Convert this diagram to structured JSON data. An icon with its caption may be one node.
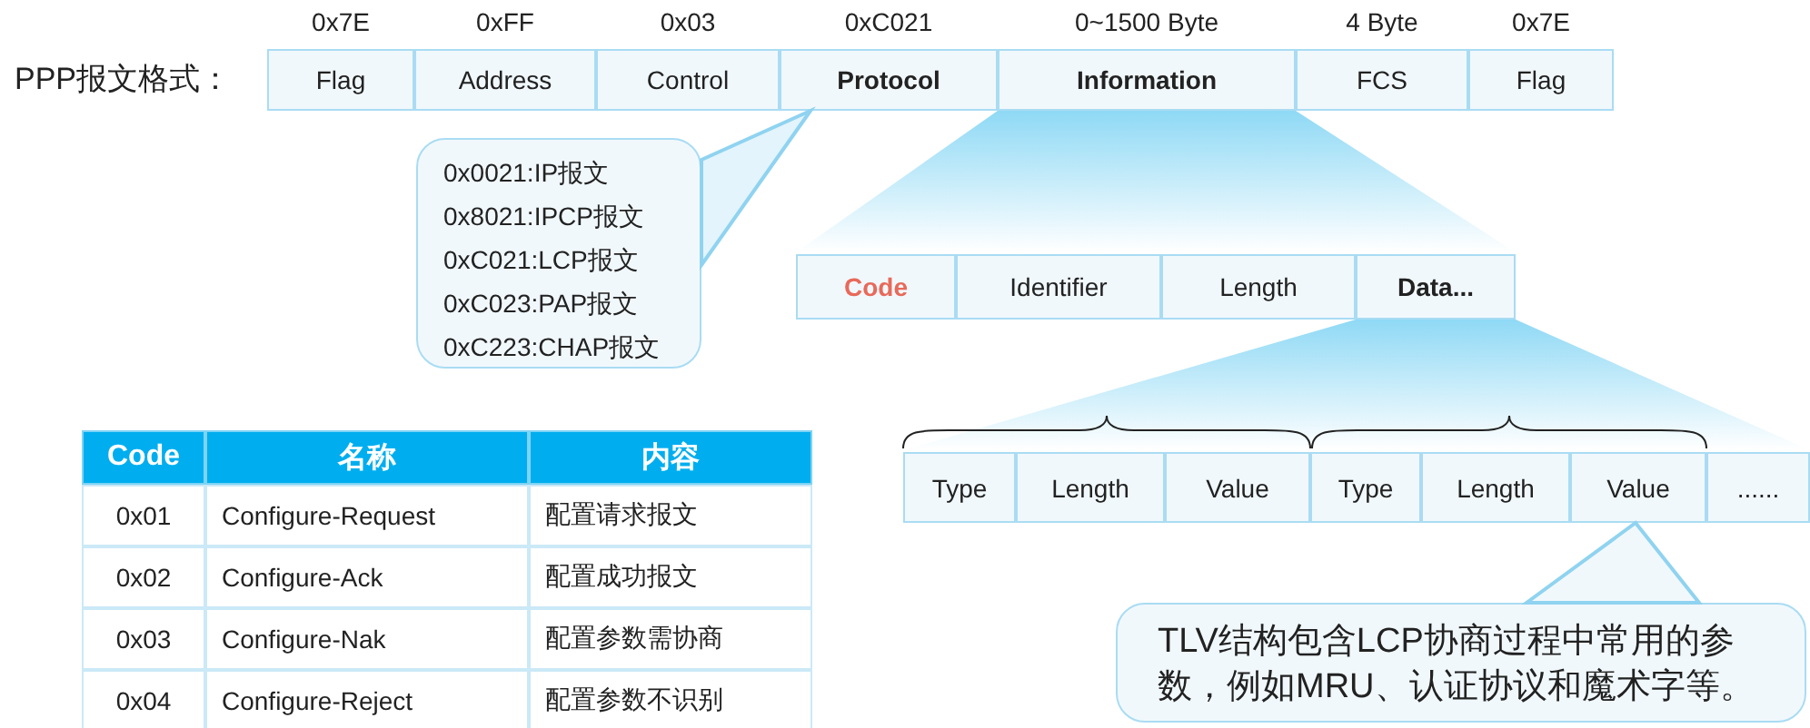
{
  "diagram": {
    "nodes": [
      {
        "text": [
          "Flag"
        ],
        "beside": [
          "0x7E"
        ]
      },
      {
        "text": [
          "Address"
        ],
        "beside": [
          "0xFF"
        ]
      },
      {
        "text": [
          "Control"
        ],
        "beside": [
          "0x03"
        ]
      },
      {
        "text": [
          "Protocol"
        ],
        "beside": [
          "0xC021"
        ]
      },
      {
        "text": [
          "Information"
        ],
        "beside": [
          "0~1500 Byte"
        ]
      },
      {
        "text": [
          "FCS"
        ],
        "beside": [
          "4 Byte"
        ]
      },
      {
        "text": [
          "Flag"
        ],
        "beside": [
          "0x7E"
        ]
      },
      {
        "text": [
          "0x0021:IP报文",
          "0x8021:IPCP报文",
          "0xC021:LCP报文",
          "0xC023:PAP报文",
          "0xC223:CHAP报文"
        ]
      },
      {
        "text": [
          "Code"
        ]
      },
      {
        "text": [
          "Identifier"
        ]
      },
      {
        "text": [
          "Length"
        ]
      },
      {
        "text": [
          "Data..."
        ]
      },
      {
        "text": [
          "Type"
        ]
      },
      {
        "text": [
          "Length"
        ]
      },
      {
        "text": [
          "Value"
        ]
      },
      {
        "text": [
          "Type"
        ]
      },
      {
        "text": [
          "Length"
        ]
      },
      {
        "text": [
          "Value"
        ]
      },
      {
        "text": [
          "......"
        ]
      },
      {
        "text": [
          "TLV结构包含LCP协商过程中常用的参数，例如MRU、认证协议和魔术字等。"
        ]
      }
    ],
    "edges": [
      {
        "from": 7,
        "to": 3,
        "arrow": "to"
      },
      {
        "from": 19,
        "to": 17,
        "arrow": "none"
      }
    ],
    "labels": [
      "PPP报文格式：",
      "Code",
      "名称",
      "内容",
      "0x01",
      "Configure-Request",
      "配置请求报文",
      "0x02",
      "Configure-Ack",
      "配置成功报文",
      "0x03",
      "Configure-Nak",
      "配置参数需协商",
      "0x04",
      "Configure-Reject",
      "配置参数不识别"
    ]
  }
}
